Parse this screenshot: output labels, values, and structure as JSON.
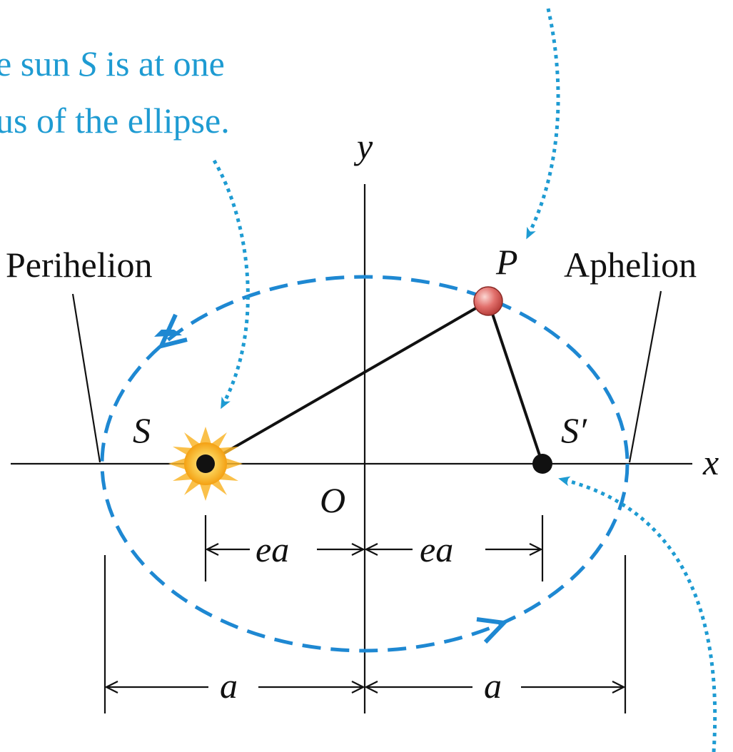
{
  "caption": {
    "line1_pre": "e sun ",
    "line1_var": "S",
    "line1_post": " is at one",
    "line2": "us of the ellipse."
  },
  "labels": {
    "perihelion": "Perihelion",
    "aphelion": "Aphelion",
    "planet": "P",
    "sun": "S",
    "other_focus": "S′",
    "origin": "O",
    "x_axis": "x",
    "y_axis": "y",
    "ea_left": "ea",
    "ea_right": "ea",
    "a_left": "a",
    "a_right": "a"
  },
  "colors": {
    "orbit": "#1e88d2",
    "caption": "#1e9bd2",
    "sun": "#f7a91c",
    "planet": "#e2706c"
  },
  "icons": {
    "sun": "sun-icon",
    "planet": "planet-icon"
  }
}
